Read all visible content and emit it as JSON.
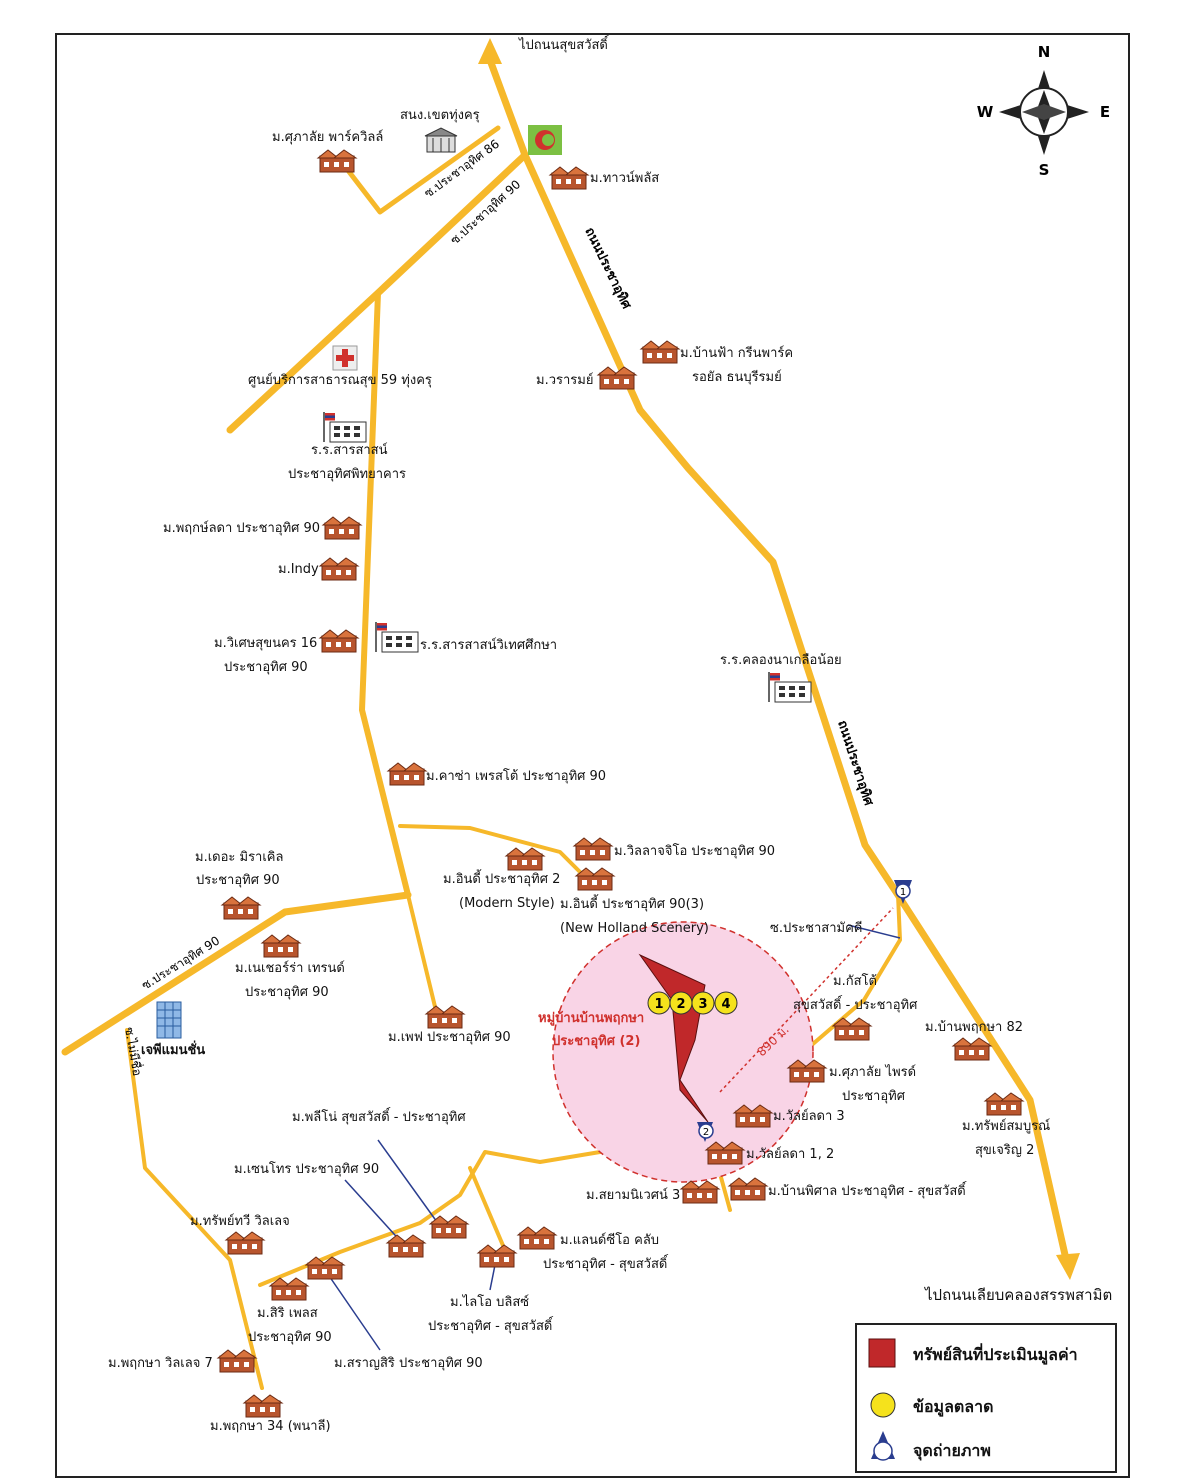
{
  "compass": {
    "n": "N",
    "s": "S",
    "e": "E",
    "w": "W"
  },
  "roads": {
    "to_sukhumvit": "ไปถนนสุขสวัสดิ์",
    "to_lieb_khlong": "ไปถนนเลียบคลองสรรพสามิต",
    "pracha_uthit_road_a": "ถนนประชาอุทิศ",
    "pracha_uthit_road_b": "ถนนประชาอุทิศ",
    "soi_86": "ซ.ประชาอุทิศ 86",
    "soi_90_top": "ซ.ประชาอุทิศ 90",
    "soi_90_left": "ซ.ประชาอุทิศ 90",
    "soi_mai_mi_chue": "ซ.ไม่มีชื่อ",
    "soi_pracha_samakkhi": "ซ.ประชาสามัคคี",
    "distance": "890 ม."
  },
  "places": {
    "district_office": "สนง.เขตทุ่งครุ",
    "supaluck_parkville": "ม.ศุภาลัย พาร์ควิลล์",
    "townplus": "ม.ทาวน์พลัส",
    "health_center": "ศูนย์บริการสาธารณสุข 59 ทุ่งครุ",
    "banfa_line1": "ม.บ้านฟ้า กรีนพาร์ค",
    "banfa_line2": "รอยัล ธนบุรีรมย์",
    "waraporn": "ม.วรารมย์",
    "school_sarasas_line1": "ร.ร.สารสาสน์",
    "school_sarasas_line2": "ประชาอุทิศพิทยาคาร",
    "pruklada": "ม.พฤกษ์ลดา ประชาอุทิศ 90",
    "indy": "ม.Indy",
    "wisetsuk_line1": "ม.วิเศษสุขนคร 16",
    "wisetsuk_line2": "ประชาอุทิศ 90",
    "school_witet": "ร.ร.สารสาสน์วิเทศศึกษา",
    "school_khlong": "ร.ร.คลองนาเกลือน้อย",
    "casa": "ม.คาซ่า เพรสโต้ ประชาอุทิศ 90",
    "miracle_line1": "ม.เดอะ มิราเคิล",
    "miracle_line2": "ประชาอุทิศ 90",
    "villaggio": "ม.วิลลาจจิโอ ประชาอุทิศ 90",
    "indy2_line1": "ม.อินดี้ ประชาอุทิศ 2",
    "indy2_line2": "(Modern Style)",
    "indy3_line1": "ม.อินดี้ ประชาอุทิศ 90(3)",
    "indy3_line2": "(New Holland Scenery)",
    "nature_line1": "ม.เนเชอร์ร่า เทรนด์",
    "nature_line2": "ประชาอุทิศ 90",
    "jp_mansion": "เจพีแมนชั่น",
    "sitrah_line1": "ม.กัสโต้",
    "sitrah_line2": "สุขสวัสดิ์ - ประชาอุทิศ",
    "pruksa82": "ม.บ้านพฤกษา 82",
    "subject_line1": "หมู่บ้านบ้านพฤกษา",
    "subject_line2": "ประชาอุทิศ (2)",
    "pef": "ม.เพฟ ประชาอุทิศ 90",
    "supalai_pride_line1": "ม.ศุภาลัย ไพรด์",
    "supalai_pride_line2": "ประชาอุทิศ",
    "sapsomboon_line1": "ม.ทรัพย์สมบูรณ์",
    "sapsomboon_line2": "สุขเจริญ 2",
    "wallada3": "ม.วัลย์ลดา 3",
    "pleno": "ม.พลีโน่ สุขสวัสดิ์ - ประชาอุทิศ",
    "wallada12": "ม.วัลย์ลดา 1, 2",
    "centro": "ม.เซนโทร ประชาอุทิศ 90",
    "siam_niwet": "ม.สยามนิเวศน์ 3",
    "banpisan": "ม.บ้านพิศาล ประชาอุทิศ - สุขสวัสดิ์",
    "sapthawee": "ม.ทรัพย์ทวี วิลเลจ",
    "landmark_line1": "ม.แลนด์ซีโอ คลับ",
    "landmark_line2": "ประชาอุทิศ - สุขสวัสดิ์",
    "sirivilla_line1": "ม.สิริ เพลส",
    "sirivilla_line2": "ประชาอุทิศ 90",
    "lio_line1": "ม.ไลโอ บลิสซ์",
    "lio_line2": "ประชาอุทิศ - สุขสวัสดิ์",
    "pruksa_village7": "ม.พฤกษา วิลเลจ 7",
    "saransiri": "ม.สราญสิริ ประชาอุทิศ 90",
    "pruksa34": "ม.พฤกษา 34 (พนาลี)"
  },
  "markers": {
    "m1": "1",
    "m2": "2",
    "m3": "3",
    "m4": "4",
    "photo1": "1",
    "photo2": "2"
  },
  "legend": {
    "property": "ทรัพย์สินที่ประเมินมูลค่า",
    "market": "ข้อมูลตลาด",
    "photo": "จุดถ่ายภาพ"
  },
  "colors": {
    "road": "#f6b82a",
    "property": "#c0282a",
    "market": "#f5e21c",
    "circle": "#f9d4e6"
  }
}
